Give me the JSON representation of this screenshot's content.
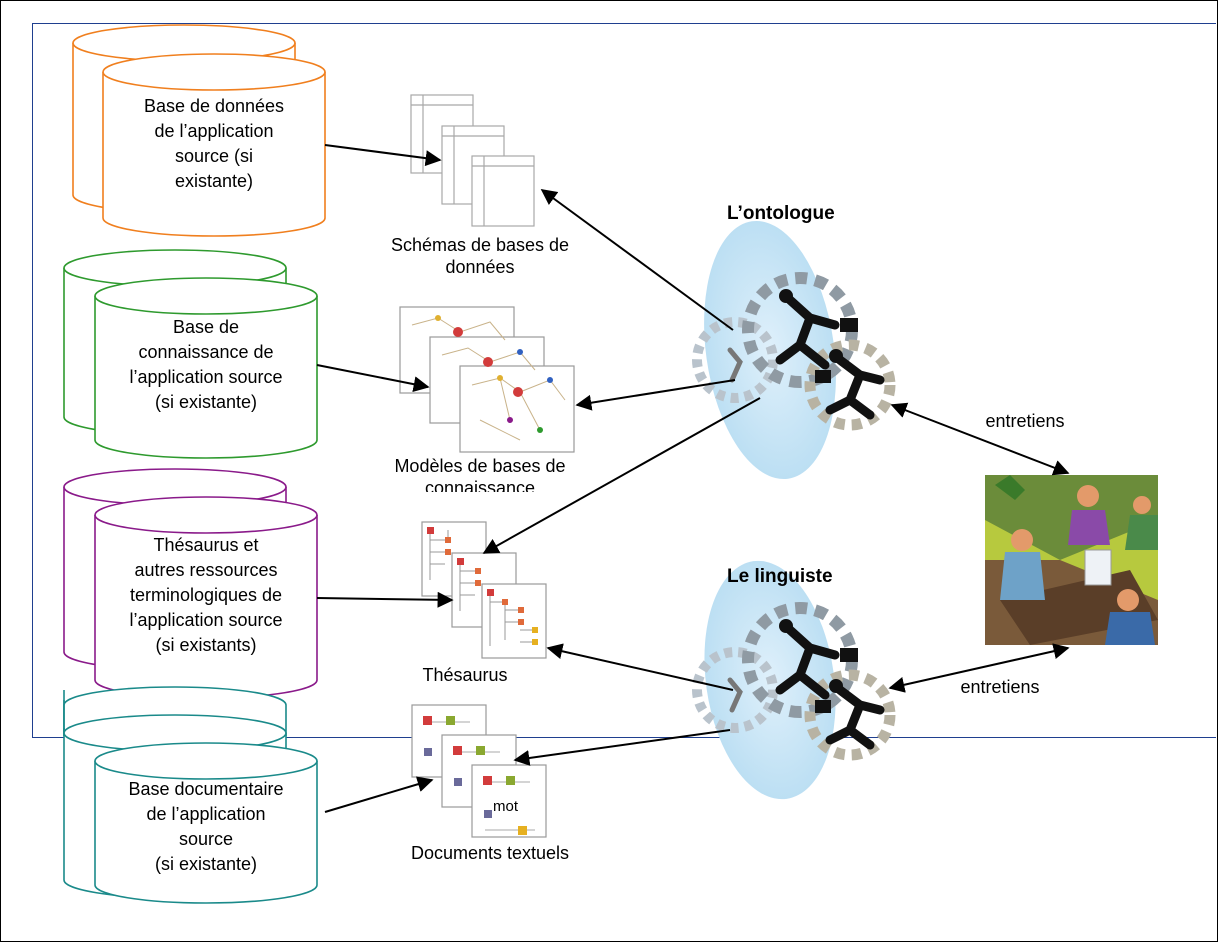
{
  "sources": [
    {
      "text": "Base de données\nde l’application\nsource (si\nexistante)",
      "color": "#f07f1e"
    },
    {
      "text": "Base de\nconnaissance de\nl’application source\n(si existante)",
      "color": "#2e9a2e"
    },
    {
      "text": "Thésaurus et\nautres ressources\nterminologiques de\nl’application source\n(si existants)",
      "color": "#8a1a8a"
    },
    {
      "text": "Base documentaire\nde l’application\nsource\n(si existante)",
      "color": "#1a8a8a"
    }
  ],
  "artifacts": {
    "schemas_label": "Schémas de bases de\ndonnées",
    "models_label": "Modèles de bases de\nconnaissance",
    "thesaurus_label": "Thésaurus",
    "documents_label": "Documents textuels",
    "doc_word": "mot"
  },
  "roles": {
    "ontologist": "L’ontologue",
    "linguist": "Le linguiste"
  },
  "edges": {
    "interviews_top": "entretiens",
    "interviews_bottom": "entretiens"
  }
}
